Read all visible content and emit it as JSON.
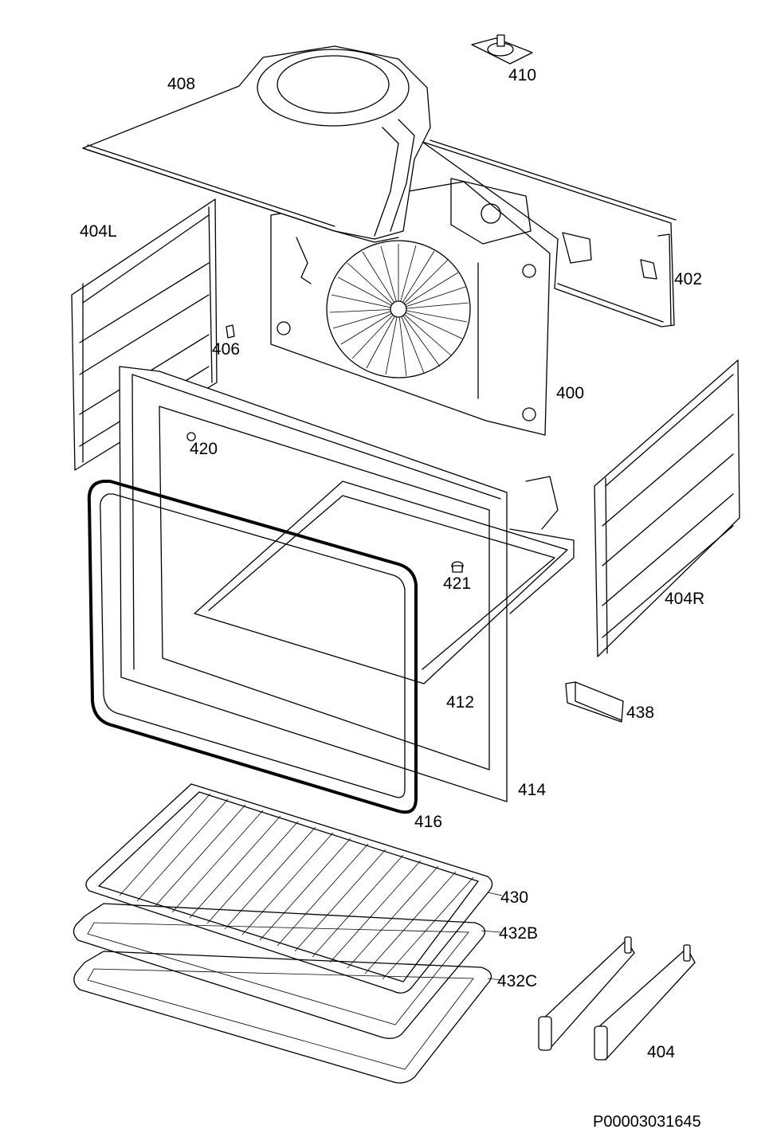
{
  "diagram": {
    "parts": [
      {
        "id": "p408",
        "label": "408"
      },
      {
        "id": "p410",
        "label": "410"
      },
      {
        "id": "p404L",
        "label": "404L"
      },
      {
        "id": "p402",
        "label": "402"
      },
      {
        "id": "p406",
        "label": "406"
      },
      {
        "id": "p400",
        "label": "400"
      },
      {
        "id": "p420",
        "label": "420"
      },
      {
        "id": "p421",
        "label": "421"
      },
      {
        "id": "p404R",
        "label": "404R"
      },
      {
        "id": "p412",
        "label": "412"
      },
      {
        "id": "p438",
        "label": "438"
      },
      {
        "id": "p414",
        "label": "414"
      },
      {
        "id": "p416",
        "label": "416"
      },
      {
        "id": "p430",
        "label": "430"
      },
      {
        "id": "p432B",
        "label": "432B"
      },
      {
        "id": "p432C",
        "label": "432C"
      },
      {
        "id": "p404",
        "label": "404"
      }
    ],
    "document_code": "P00003031645"
  }
}
